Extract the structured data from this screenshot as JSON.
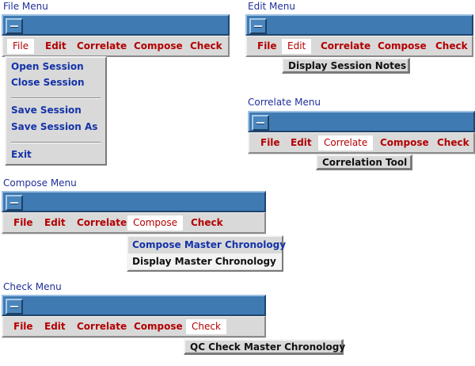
{
  "captions": {
    "file": "File Menu",
    "edit": "Edit Menu",
    "correlate": "Correlate Menu",
    "compose": "Compose Menu",
    "check": "Check Menu"
  },
  "menubar": {
    "file": "File",
    "edit": "Edit",
    "correlate": "Correlate",
    "compose": "Compose",
    "check": "Check"
  },
  "file_menu": {
    "items": [
      "Open Session",
      "Close Session",
      "Save Session",
      "Save Session As",
      "Exit"
    ]
  },
  "edit_menu": {
    "item": "Display Session Notes"
  },
  "correlate_menu": {
    "item": "Correlation Tool"
  },
  "compose_menu": {
    "items": [
      "Compose Master Chronology",
      "Display Master Chronology"
    ]
  },
  "check_menu": {
    "item": "QC Check Master Chronology"
  },
  "colors": {
    "title_bar": "#3f7ab2",
    "menu_text": "#b30000",
    "dropdown_text": "#1433a8",
    "caption_text": "#1f2f9a",
    "chrome": "#d9d9d9"
  },
  "icons": {
    "window_menu": "window-menu-icon"
  }
}
